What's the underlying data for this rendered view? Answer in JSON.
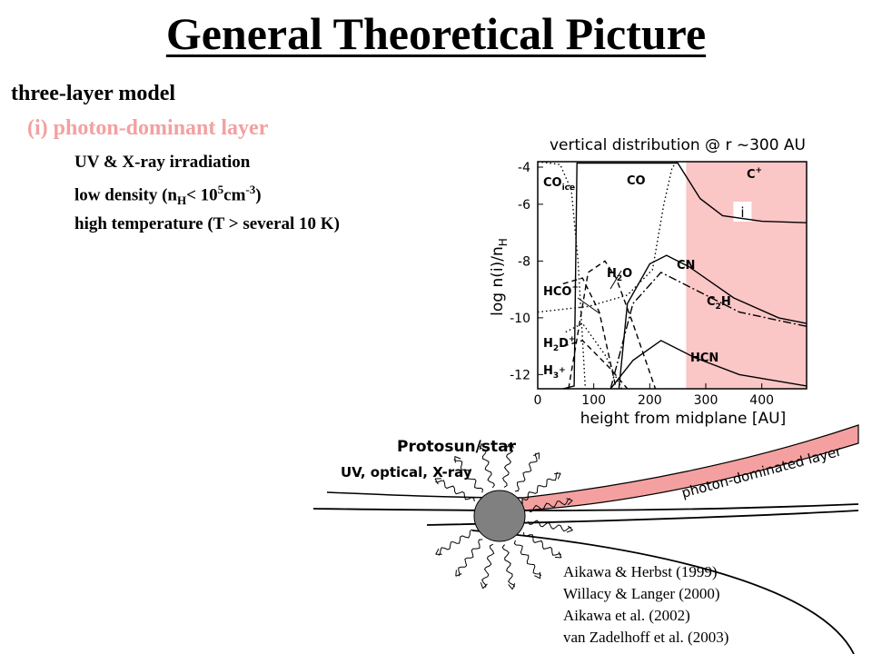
{
  "slide": {
    "title": "General Theoretical Picture",
    "line1": "three-layer model",
    "line2": "(i) photon-dominant layer",
    "bullet1": "UV & X-ray irradiation",
    "bullet2_pre": "low density (n",
    "bullet2_sub": "H",
    "bullet2_mid": "< 10",
    "bullet2_sup1": "5",
    "bullet2_unit": "cm",
    "bullet2_sup2": "-3",
    "bullet2_post": ")",
    "bullet3": "high temperature (T > several 10 K)",
    "highlight_color": "#f4a0a0",
    "refs": [
      "Aikawa & Herbst (1999)",
      "Willacy & Langer (2000)",
      "Aikawa et al. (2002)",
      "van Zadelhoff et al. (2003)"
    ]
  },
  "diagram": {
    "title": "Protosun/star",
    "rad_label": "UV, optical, X-ray",
    "layer_label": "photon-dominated layer"
  },
  "chart_data": {
    "type": "line",
    "title": "vertical distribution @ r ~300 AU",
    "xlabel": "height from midplane [AU]",
    "ylabel": "log n(i)/n",
    "ylabel_sub": "H",
    "xlim": [
      0,
      480
    ],
    "ylim": [
      -12.5,
      -4.5
    ],
    "xticks": [
      0,
      100,
      200,
      300,
      400
    ],
    "yticks": [
      -4,
      -6,
      -8,
      -10,
      -12
    ],
    "shaded_region": {
      "x0": 265,
      "x1": 480,
      "label": "i",
      "color": "#fbc6c6"
    },
    "series": [
      {
        "name": "CO",
        "style": "solid",
        "points": [
          [
            45,
            -12.5
          ],
          [
            65,
            -12.4
          ],
          [
            70,
            -4.55
          ],
          [
            250,
            -4.55
          ],
          [
            290,
            -5.8
          ],
          [
            330,
            -6.4
          ],
          [
            400,
            -6.6
          ],
          [
            480,
            -6.65
          ]
        ]
      },
      {
        "name": "CO",
        "name_sub": "ice",
        "style": "dotted",
        "points": [
          [
            0,
            -4.5
          ],
          [
            40,
            -4.6
          ],
          [
            60,
            -5.5
          ],
          [
            72,
            -8.0
          ],
          [
            85,
            -12.5
          ]
        ]
      },
      {
        "name": "C",
        "name_sup": "+",
        "style": "dotted",
        "points": [
          [
            0,
            -9.8
          ],
          [
            90,
            -9.6
          ],
          [
            160,
            -9.2
          ],
          [
            205,
            -8.3
          ],
          [
            225,
            -6.0
          ],
          [
            240,
            -4.7
          ],
          [
            250,
            -4.5
          ]
        ]
      },
      {
        "name": "CN",
        "style": "solid",
        "points": [
          [
            145,
            -12.5
          ],
          [
            160,
            -9.5
          ],
          [
            200,
            -8.1
          ],
          [
            230,
            -7.8
          ],
          [
            270,
            -8.2
          ],
          [
            350,
            -9.3
          ],
          [
            430,
            -10.0
          ],
          [
            480,
            -10.2
          ]
        ]
      },
      {
        "name": "C",
        "name_sub": "2",
        "name_post": "H",
        "style": "dashdot",
        "points": [
          [
            130,
            -12.5
          ],
          [
            170,
            -9.5
          ],
          [
            220,
            -8.4
          ],
          [
            280,
            -9.0
          ],
          [
            360,
            -9.8
          ],
          [
            480,
            -10.3
          ]
        ]
      },
      {
        "name": "HCN",
        "style": "solid",
        "points": [
          [
            130,
            -12.5
          ],
          [
            170,
            -11.5
          ],
          [
            220,
            -10.8
          ],
          [
            280,
            -11.4
          ],
          [
            360,
            -12.0
          ],
          [
            480,
            -12.4
          ]
        ]
      },
      {
        "name": "H",
        "name_sub": "2",
        "name_post": "O",
        "style": "dashed",
        "points": [
          [
            55,
            -12.5
          ],
          [
            90,
            -8.4
          ],
          [
            120,
            -8.0
          ],
          [
            140,
            -8.6
          ],
          [
            170,
            -10.2
          ],
          [
            210,
            -12.5
          ]
        ]
      },
      {
        "name": "HCO",
        "name_sup": "+",
        "style": "dashed",
        "points": [
          [
            45,
            -8.8
          ],
          [
            80,
            -8.6
          ],
          [
            110,
            -9.8
          ],
          [
            140,
            -12.5
          ]
        ]
      },
      {
        "name": "H",
        "name_sub": "2",
        "name_post": "D",
        "name_sup": "+",
        "style": "dotted",
        "points": [
          [
            50,
            -10.5
          ],
          [
            80,
            -10.2
          ],
          [
            120,
            -11.3
          ],
          [
            150,
            -12.5
          ]
        ]
      },
      {
        "name": "H",
        "name_sub": "3",
        "name_sup": "+",
        "style": "dashed",
        "points": [
          [
            45,
            -11.0
          ],
          [
            80,
            -10.8
          ],
          [
            130,
            -11.8
          ],
          [
            160,
            -12.5
          ]
        ]
      }
    ]
  }
}
